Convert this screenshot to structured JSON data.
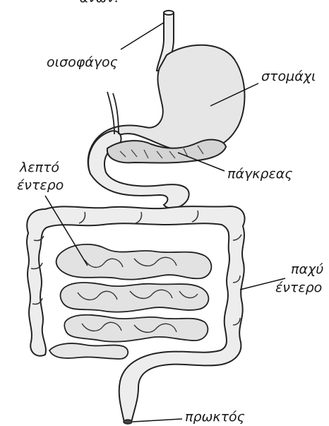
{
  "top_text": "ανων.",
  "labels": {
    "esophagus": "οισοφάγος",
    "stomach": "στομάχι",
    "small_intestine_line1": "λεπτό",
    "small_intestine_line2": "έντερο",
    "pancreas": "πάγκρεας",
    "large_intestine_line1": "παχύ",
    "large_intestine_line2": "έντερο",
    "rectum": "πρωκτός"
  }
}
